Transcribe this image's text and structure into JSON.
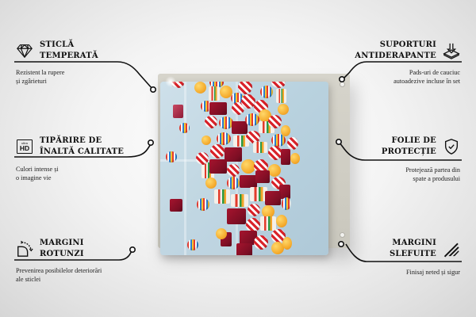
{
  "colors": {
    "background": "#ececec",
    "plate": "#d2d0c7",
    "glass_base": "#bcd4e0",
    "text": "#111111",
    "candy_red": "#d9232a",
    "candy_yellow": "#f4a92a",
    "candy_maroon": "#7d0e24"
  },
  "product": {
    "image_description": "Glass print of colorful striped candies scattered on a light blue surface with window light reflections, mounted on a beige backing plate"
  },
  "features_left": [
    {
      "icon": "diamond-icon",
      "title_lines": [
        "STICLĂ",
        "TEMPERATĂ"
      ],
      "desc_lines": [
        "Rezistent la rupere",
        "și zgârieturi"
      ]
    },
    {
      "icon": "ultra-hd-icon",
      "icon_text": {
        "small": "ultra",
        "big": "HD"
      },
      "title_lines": [
        "TIPĂRIRE DE",
        "ÎNALTĂ CALITATE"
      ],
      "desc_lines": [
        "Culori intense și",
        "o imagine vie"
      ]
    },
    {
      "icon": "rounded-corner-icon",
      "title_lines": [
        "MARGINI",
        "ROTUNZI"
      ],
      "desc_lines": [
        "Prevenirea posibilelor deteriorări",
        "ale sticlei"
      ]
    }
  ],
  "features_right": [
    {
      "icon": "mounting-pad-icon",
      "title_lines": [
        "SUPORTURI",
        "ANTIDERAPANTE"
      ],
      "desc_lines": [
        "Pads-uri de cauciuc",
        "autoadezive incluse în set"
      ]
    },
    {
      "icon": "shield-check-icon",
      "title_lines": [
        "FOLIE DE",
        "PROTECȚIE"
      ],
      "desc_lines": [
        "Protejează partea din",
        "spate a produsului"
      ]
    },
    {
      "icon": "polished-edge-icon",
      "title_lines": [
        "MARGINI",
        "SLEFUITE"
      ],
      "desc_lines": [
        "Finisaj neted și sigur"
      ]
    }
  ]
}
